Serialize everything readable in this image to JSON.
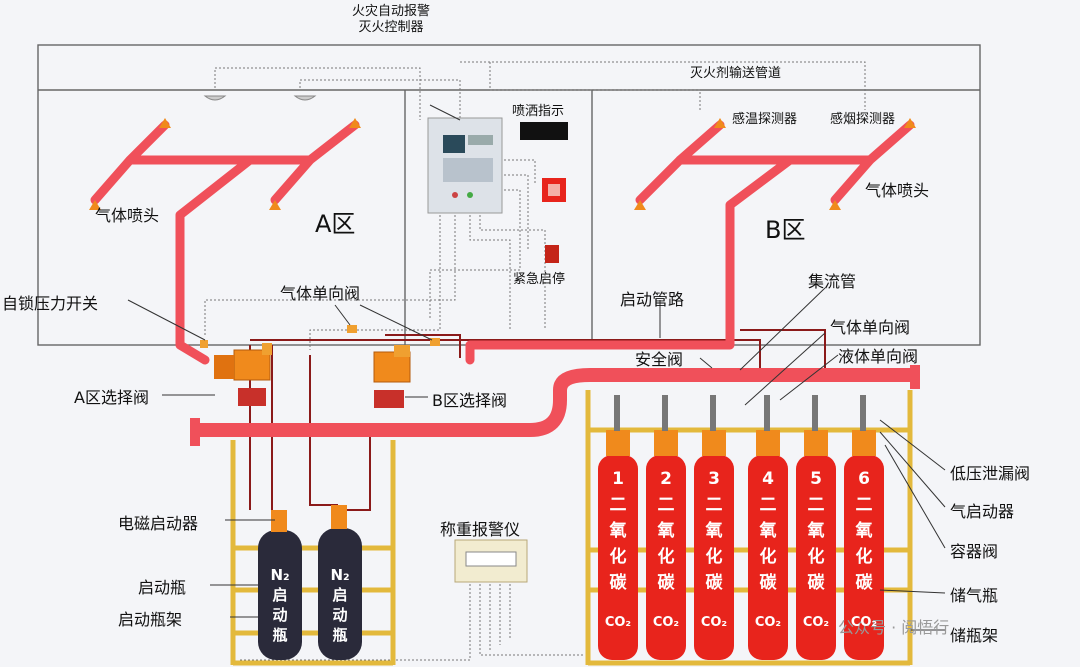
{
  "labels": {
    "controller": [
      "火灾自动报警",
      "灭火控制器"
    ],
    "pipeline": "灭火剂输送管道",
    "spray_indicator": "喷洒指示",
    "heat_detector": "感温探测器",
    "smoke_detector": "感烟探测器",
    "nozzle_left": "气体喷头",
    "nozzle_right": "气体喷头",
    "zone_a": "A区",
    "zone_b": "B区",
    "emergency": "紧急启停",
    "self_lock_switch": "自锁压力开关",
    "gas_check_valve_top": "气体单向阀",
    "start_pipeline": "启动管路",
    "manifold": "集流管",
    "gas_check_valve_right": "气体单向阀",
    "safety_valve": "安全阀",
    "liquid_check_valve": "液体单向阀",
    "zone_a_selector": "A区选择阀",
    "zone_b_selector": "B区选择阀",
    "low_pressure_valve": "低压泄漏阀",
    "pneumatic_actuator": "气启动器",
    "container_valve": "容器阀",
    "solenoid_actuator": "电磁启动器",
    "weighing_alarm": "称重报警仪",
    "start_bottle": "启动瓶",
    "start_bottle_rack": "启动瓶架",
    "storage_bottle": "储气瓶",
    "storage_rack": "储瓶架",
    "watermark": "公众号 · 阅悟行"
  },
  "n2_bottles": [
    {
      "lines": [
        "N₂",
        "启",
        "动",
        "瓶"
      ]
    },
    {
      "lines": [
        "N₂",
        "启",
        "动",
        "瓶"
      ]
    }
  ],
  "co2_bottles": [
    {
      "num": "1",
      "chars": [
        "二",
        "氧",
        "化",
        "碳"
      ],
      "formula": "CO₂"
    },
    {
      "num": "2",
      "chars": [
        "二",
        "氧",
        "化",
        "碳"
      ],
      "formula": "CO₂"
    },
    {
      "num": "3",
      "chars": [
        "二",
        "氧",
        "化",
        "碳"
      ],
      "formula": "CO₂"
    },
    {
      "num": "4",
      "chars": [
        "二",
        "氧",
        "化",
        "碳"
      ],
      "formula": "CO₂"
    },
    {
      "num": "5",
      "chars": [
        "二",
        "氧",
        "化",
        "碳"
      ],
      "formula": "CO₂"
    },
    {
      "num": "6",
      "chars": [
        "二",
        "氧",
        "化",
        "碳"
      ],
      "formula": "CO₂"
    }
  ],
  "colors": {
    "pipe": "#f0505a",
    "bottle_red": "#e8241c",
    "bottle_dark": "#2a2a3a",
    "rack": "#e3b93c",
    "valve": "#f08a1c",
    "wire": "#8b1a1a"
  }
}
